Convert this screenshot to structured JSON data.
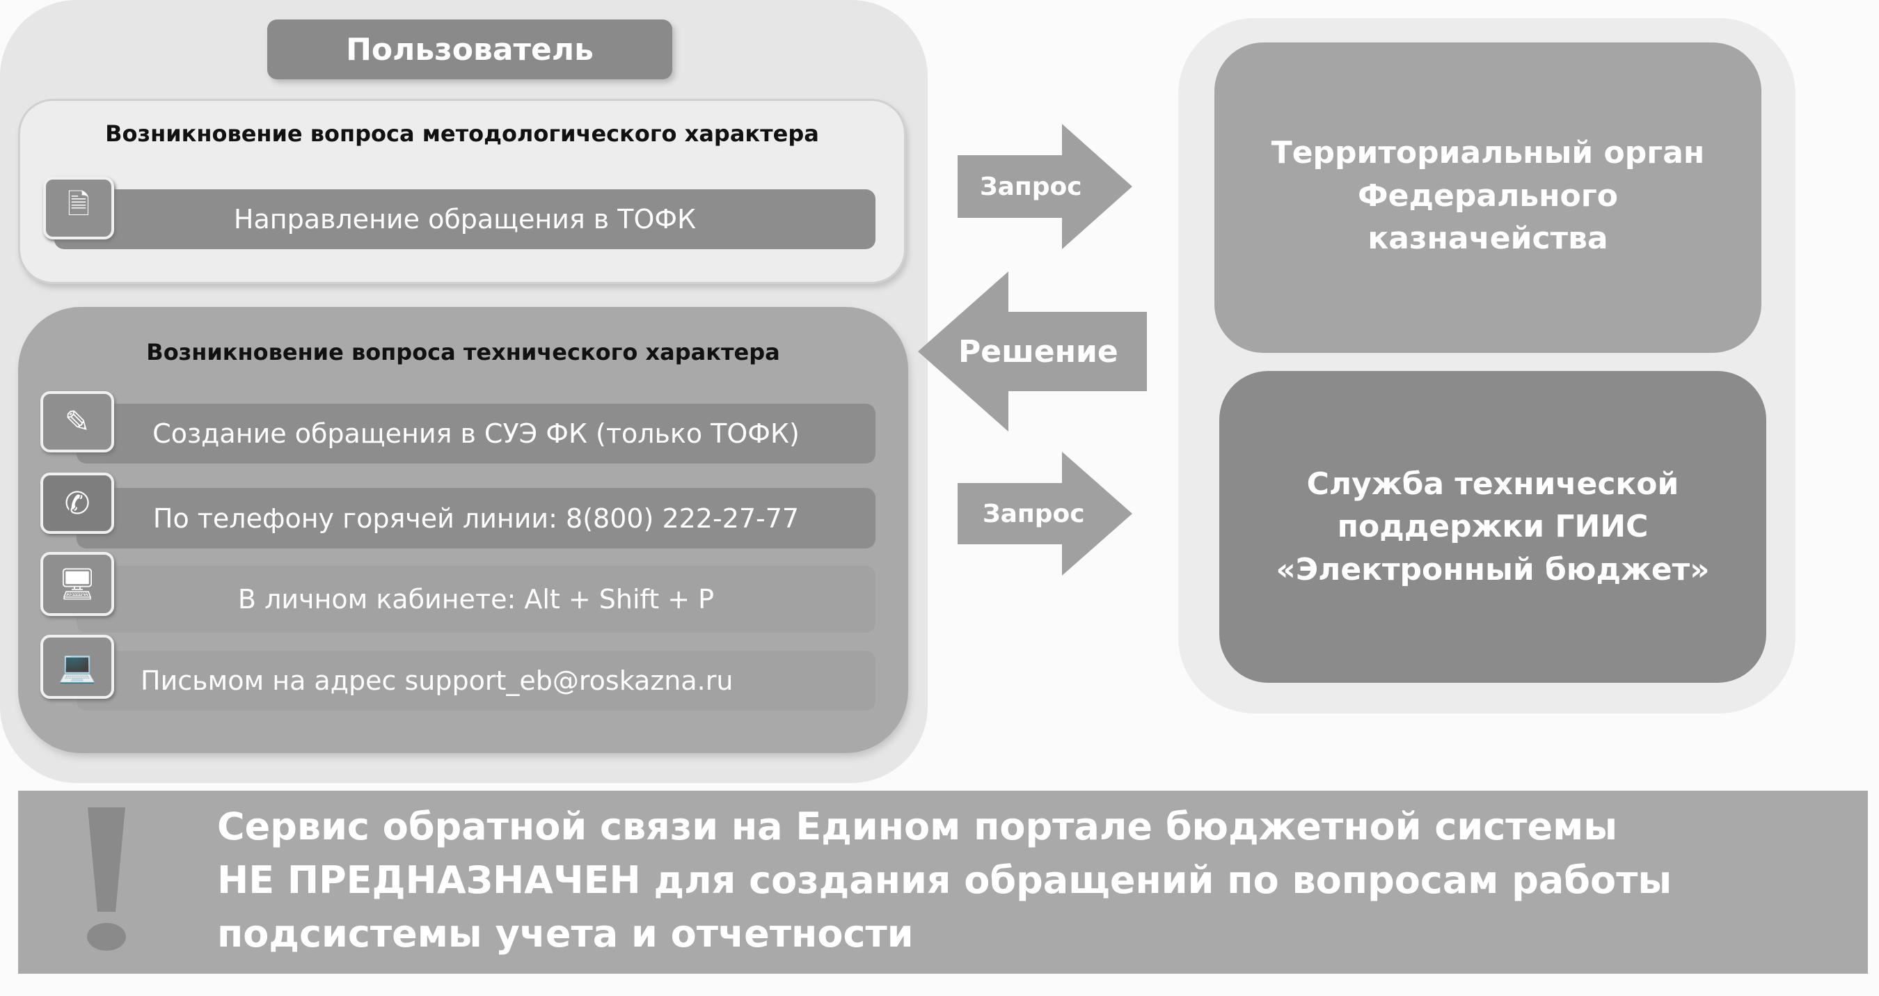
{
  "user": {
    "header": "Пользователь",
    "methodological": {
      "title": "Возникновение вопроса  методологического характера",
      "items": [
        {
          "icon": "document-icon",
          "label": "Направление обращения в ТОФК"
        }
      ]
    },
    "technical": {
      "title": "Возникновение вопроса  технического характера",
      "items": [
        {
          "icon": "pencil-icon",
          "label": "Создание обращения в СУЭ ФК (только ТОФК)"
        },
        {
          "icon": "phone-icon",
          "label": "По телефону горячей линии: 8(800) 222-27-77"
        },
        {
          "icon": "monitor-icon",
          "label": "В личном кабинете: Alt + Shift + P"
        },
        {
          "icon": "laptop-icon",
          "label": "Письмом на адрес support_eb@roskazna.ru"
        }
      ]
    }
  },
  "arrows": {
    "request1": "Запрос",
    "solution": "Решение",
    "request2": "Запрос"
  },
  "targets": {
    "tofk": [
      "Территориальный орган",
      "Федерального",
      "казначейства"
    ],
    "support": [
      "Служба технической",
      "поддержки ГИИС",
      "«Электронный бюджет»"
    ]
  },
  "notice": {
    "icon": "exclamation-icon",
    "lines": [
      "Сервис обратной связи на Едином портале бюджетной системы",
      "НЕ ПРЕДНАЗНАЧЕН для создания обращений по вопросам работы",
      "подсистемы учета и отчетности"
    ]
  }
}
